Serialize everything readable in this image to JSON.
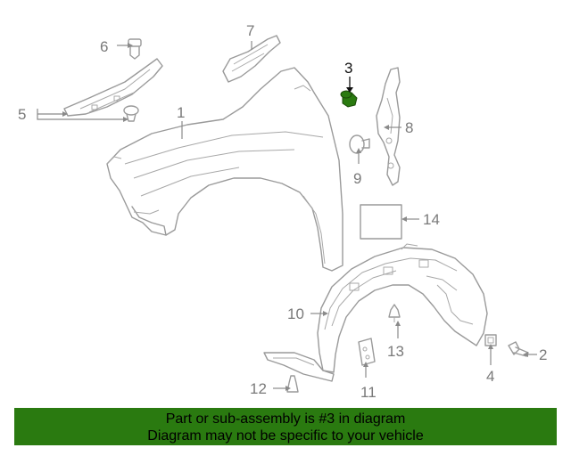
{
  "diagram": {
    "labels": {
      "p1": "1",
      "p2": "2",
      "p3": "3",
      "p4": "4",
      "p5": "5",
      "p6": "6",
      "p7": "7",
      "p8": "8",
      "p9": "9",
      "p10": "10",
      "p11": "11",
      "p12": "12",
      "p13": "13",
      "p14": "14"
    },
    "highlight_part": "3",
    "colors": {
      "highlight_green": "#2a7a10",
      "line_gray": "#9a9a9a",
      "banner_green": "#2a7a10"
    }
  },
  "banner": {
    "line1": "Part or sub-assembly is #3 in diagram",
    "line2": "Diagram may not be specific to your vehicle"
  }
}
